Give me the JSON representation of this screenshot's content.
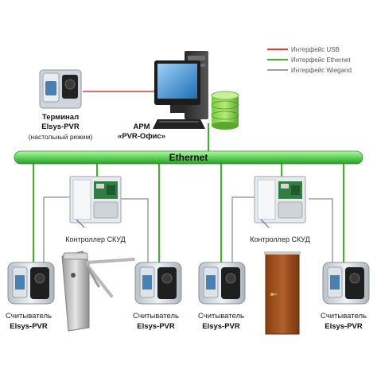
{
  "legend": {
    "items": [
      {
        "label": "Интерфейс USB",
        "color": "#e53935"
      },
      {
        "label": "Интерфейс Ethernet",
        "color": "#43b02a"
      },
      {
        "label": "Интерфейс Wiegand",
        "color": "#9e9e9e"
      }
    ]
  },
  "bus": {
    "label": "Ethernet",
    "color": "#5fd35a"
  },
  "terminal": {
    "line1": "Терминал",
    "line2": "Elsys-PVR",
    "line3": "(настольный режим)"
  },
  "workstation": {
    "line1": "АРМ",
    "line2": "«PVR-Офис»"
  },
  "controllers": [
    {
      "label": "Контроллер СКУД"
    },
    {
      "label": "Контроллер СКУД"
    }
  ],
  "readers": [
    {
      "line1": "Считыватель",
      "line2": "Elsys-PVR"
    },
    {
      "line1": "Считыватель",
      "line2": "Elsys-PVR"
    },
    {
      "line1": "Считыватель",
      "line2": "Elsys-PVR"
    },
    {
      "line1": "Считыватель",
      "line2": "Elsys-PVR"
    }
  ],
  "icons": {
    "terminal": "palm-vein-terminal-icon",
    "workstation": "computer-icon",
    "database": "database-icon",
    "controller": "controller-cabinet-icon",
    "turnstile": "turnstile-icon",
    "door": "door-icon",
    "reader": "palm-reader-icon"
  }
}
